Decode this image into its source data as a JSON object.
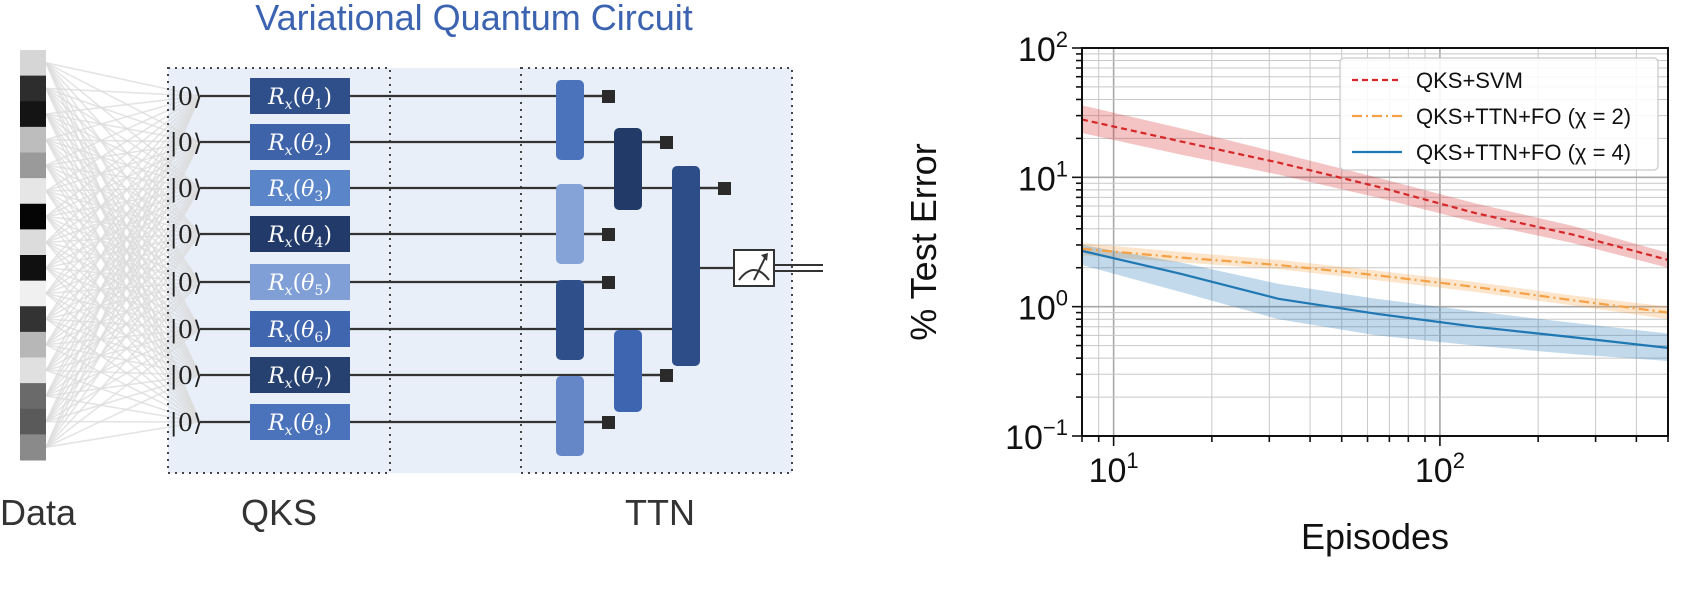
{
  "circuit": {
    "title": "Variational Quantum Circuit",
    "data_label": "Data",
    "qks_label": "QKS",
    "ttn_label": "TTN",
    "ket": "|0⟩",
    "gates": [
      {
        "op": "R",
        "sub": "x",
        "arg": "θ",
        "idx": "1"
      },
      {
        "op": "R",
        "sub": "x",
        "arg": "θ",
        "idx": "2"
      },
      {
        "op": "R",
        "sub": "x",
        "arg": "θ",
        "idx": "3"
      },
      {
        "op": "R",
        "sub": "x",
        "arg": "θ",
        "idx": "4"
      },
      {
        "op": "R",
        "sub": "x",
        "arg": "θ",
        "idx": "5"
      },
      {
        "op": "R",
        "sub": "x",
        "arg": "θ",
        "idx": "6"
      },
      {
        "op": "R",
        "sub": "x",
        "arg": "θ",
        "idx": "7"
      },
      {
        "op": "R",
        "sub": "x",
        "arg": "θ",
        "idx": "8"
      }
    ],
    "gate_colors": [
      "#2f4f8a",
      "#3e63a8",
      "#5b85c9",
      "#213a6a",
      "#7f9fd6",
      "#3f66ae",
      "#26416f",
      "#4a73bb"
    ],
    "data_shades": [
      "#d6d6d6",
      "#2d2d2d",
      "#141414",
      "#bdbdbd",
      "#9a9a9a",
      "#e6e6e6",
      "#050505",
      "#dcdcdc",
      "#101010",
      "#f0f0f0",
      "#333333",
      "#b7b7b7",
      "#e0e0e0",
      "#6a6a6a",
      "#5a5a5a",
      "#8a8a8a"
    ],
    "accent": "#3b63b0",
    "panel_bg": "#e9eff8"
  },
  "chart_data": {
    "type": "line",
    "xlabel": "Episodes",
    "ylabel": "% Test Error",
    "xscale": "log",
    "yscale": "log",
    "xlim": [
      8,
      500
    ],
    "ylim": [
      0.1,
      100
    ],
    "x_ticks": [
      {
        "mant": "10",
        "exp": "1"
      },
      {
        "mant": "10",
        "exp": "2"
      }
    ],
    "y_ticks": [
      {
        "mant": "10",
        "exp": "−1"
      },
      {
        "mant": "10",
        "exp": "0"
      },
      {
        "mant": "10",
        "exp": "1"
      },
      {
        "mant": "10",
        "exp": "2"
      }
    ],
    "grid": true,
    "legend_position": "top-right",
    "series": [
      {
        "name": "QKS+SVM",
        "color": "#d62728",
        "dash": "6,4",
        "x": [
          8,
          16,
          32,
          64,
          128,
          256,
          500
        ],
        "y": [
          28,
          19,
          13,
          8.5,
          5.3,
          3.6,
          2.3
        ],
        "lo": [
          22,
          15,
          10.5,
          7.0,
          4.5,
          3.1,
          2.0
        ],
        "hi": [
          36,
          24,
          15.5,
          10.0,
          6.3,
          4.2,
          2.6
        ]
      },
      {
        "name": "QKS+TTN+FO (χ = 2)",
        "color": "#f5a145",
        "dash": "10,4,2,4",
        "x": [
          8,
          16,
          32,
          64,
          128,
          256,
          500
        ],
        "y": [
          2.8,
          2.4,
          2.1,
          1.75,
          1.42,
          1.12,
          0.9
        ],
        "lo": [
          2.5,
          2.2,
          1.95,
          1.6,
          1.3,
          1.02,
          0.8
        ],
        "hi": [
          3.1,
          2.65,
          2.3,
          1.9,
          1.55,
          1.22,
          1.0
        ]
      },
      {
        "name": "QKS+TTN+FO (χ = 4)",
        "color": "#1f77b4",
        "dash": "",
        "x": [
          8,
          16,
          32,
          64,
          128,
          256,
          500
        ],
        "y": [
          2.7,
          1.8,
          1.15,
          0.88,
          0.7,
          0.58,
          0.48
        ],
        "lo": [
          2.1,
          1.3,
          0.8,
          0.6,
          0.5,
          0.43,
          0.38
        ],
        "hi": [
          3.0,
          2.2,
          1.5,
          1.15,
          0.92,
          0.75,
          0.62
        ]
      }
    ]
  }
}
